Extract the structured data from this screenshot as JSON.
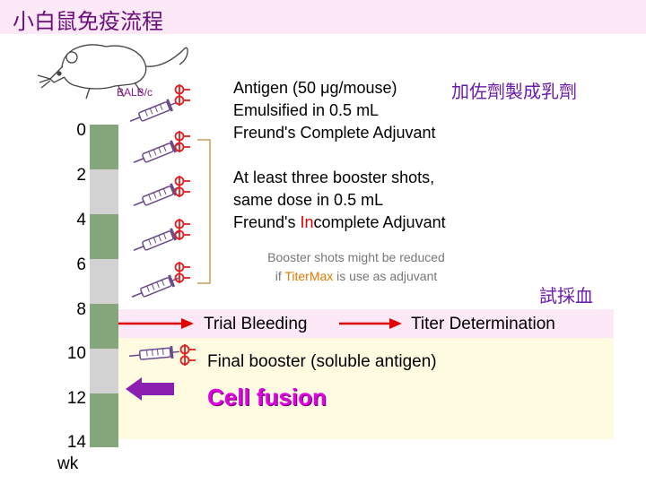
{
  "title": "小白鼠免疫流程",
  "strain": "BALB/c",
  "timeline": {
    "weeks": [
      "0",
      "2",
      "4",
      "6",
      "8",
      "10",
      "12",
      "14"
    ],
    "unit": "wk"
  },
  "immunization": {
    "line1": "Antigen (50 μg/mouse)",
    "line2": "Emulsified in 0.5 mL",
    "line3": "Freund's Complete Adjuvant",
    "chinese_label": "加佐劑製成乳劑"
  },
  "boosters": {
    "line1": "At least three booster shots,",
    "line2": "same dose in 0.5 mL",
    "line3_pre": "Freund's ",
    "line3_highlight": "In",
    "line3_post": "complete Adjuvant"
  },
  "note": {
    "line1": "Booster shots might be reduced",
    "line2_pre": "if ",
    "line2_highlight": "TiterMax",
    "line2_post": " is use as adjuvant"
  },
  "trial_bleed_chinese": "試採血",
  "steps": {
    "trial_bleeding": "Trial Bleeding",
    "titer_determination": "Titer Determination",
    "final_booster": "Final booster (soluble antigen)",
    "cell_fusion": "Cell fusion"
  },
  "colors": {
    "timeline_green": "#85a67a",
    "timeline_gray": "#d2d2d2",
    "arrow_red": "#e00000",
    "arrow_purple": "#8b1fb0",
    "syringe": "#8a1a8a",
    "cell_fusion": "#e000e0"
  }
}
